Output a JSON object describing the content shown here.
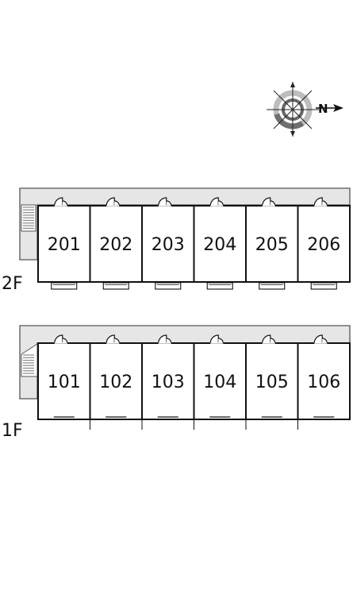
{
  "compass": {
    "north_label": "N"
  },
  "floors": [
    {
      "id": "2F",
      "label": "2F",
      "units": [
        "201",
        "202",
        "203",
        "204",
        "205",
        "206"
      ]
    },
    {
      "id": "1F",
      "label": "1F",
      "units": [
        "101",
        "102",
        "103",
        "104",
        "105",
        "106"
      ]
    }
  ],
  "colors": {
    "corridor": "#e6e6e6",
    "wall": "#111111",
    "stair": "#bdbdbd",
    "compass_ring": "#7a7a7a"
  }
}
